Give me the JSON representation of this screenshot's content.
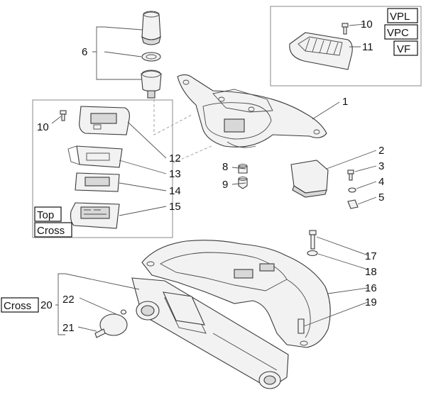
{
  "callouts": [
    "1",
    "2",
    "3",
    "4",
    "5",
    "6",
    "8",
    "9",
    "10",
    "11",
    "12",
    "13",
    "14",
    "15",
    "16",
    "17",
    "18",
    "19",
    "20",
    "21",
    "22",
    "10"
  ],
  "version_tags": {
    "vpl": "VPL",
    "vpc": "VPC",
    "vf": "VF",
    "top": "Top",
    "cross": "Cross",
    "cross_20": "Cross"
  },
  "colors": {
    "line": "#3a3a3a",
    "fill": "#f2f2f2",
    "frame": "#8a8a8a"
  }
}
